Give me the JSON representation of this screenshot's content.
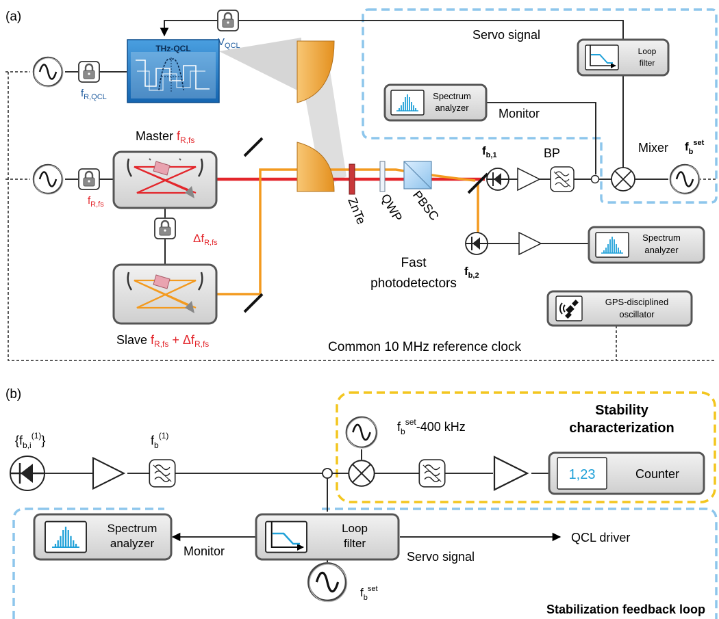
{
  "panel_a": {
    "label": "(a)",
    "qcl_title": "THz-QCL",
    "servo_signal": "Servo signal",
    "loop_filter": [
      "Loop",
      "filter"
    ],
    "spectrum_analyzer": [
      "Spectrum",
      "analyzer"
    ],
    "monitor": "Monitor",
    "mixer": "Mixer",
    "bp": "BP",
    "master": "Master",
    "slave": "Slave",
    "znte": "ZnTe",
    "qwp": "QWP",
    "pbsc": "PBSC",
    "fast_photodetectors": [
      "Fast",
      "photodetectors"
    ],
    "gps": [
      "GPS-disciplined",
      "oscillator"
    ],
    "reference_clock": "Common 10 MHz reference clock"
  },
  "panel_b": {
    "label": "(b)",
    "stability": [
      "Stability",
      "characterization"
    ],
    "counter": "Counter",
    "counter_value": "1,23",
    "spectrum_analyzer": [
      "Spectrum",
      "analyzer"
    ],
    "monitor": "Monitor",
    "loop_filter": [
      "Loop",
      "filter"
    ],
    "qcl_driver": "QCL driver",
    "servo_signal": "Servo signal",
    "feedback_loop": "Stabilization feedback loop",
    "offset": "-400 kHz"
  },
  "colors": {
    "red": "#e3262b",
    "orange": "#f39a1f",
    "blue_dash": "#8dc6ec",
    "yellow_dash": "#f3c61f",
    "qcl_blue": "#1f78c1",
    "text_blue": "#1f5c9e",
    "cyan": "#1ea0d8",
    "box_gray": "#dcdcdc"
  }
}
